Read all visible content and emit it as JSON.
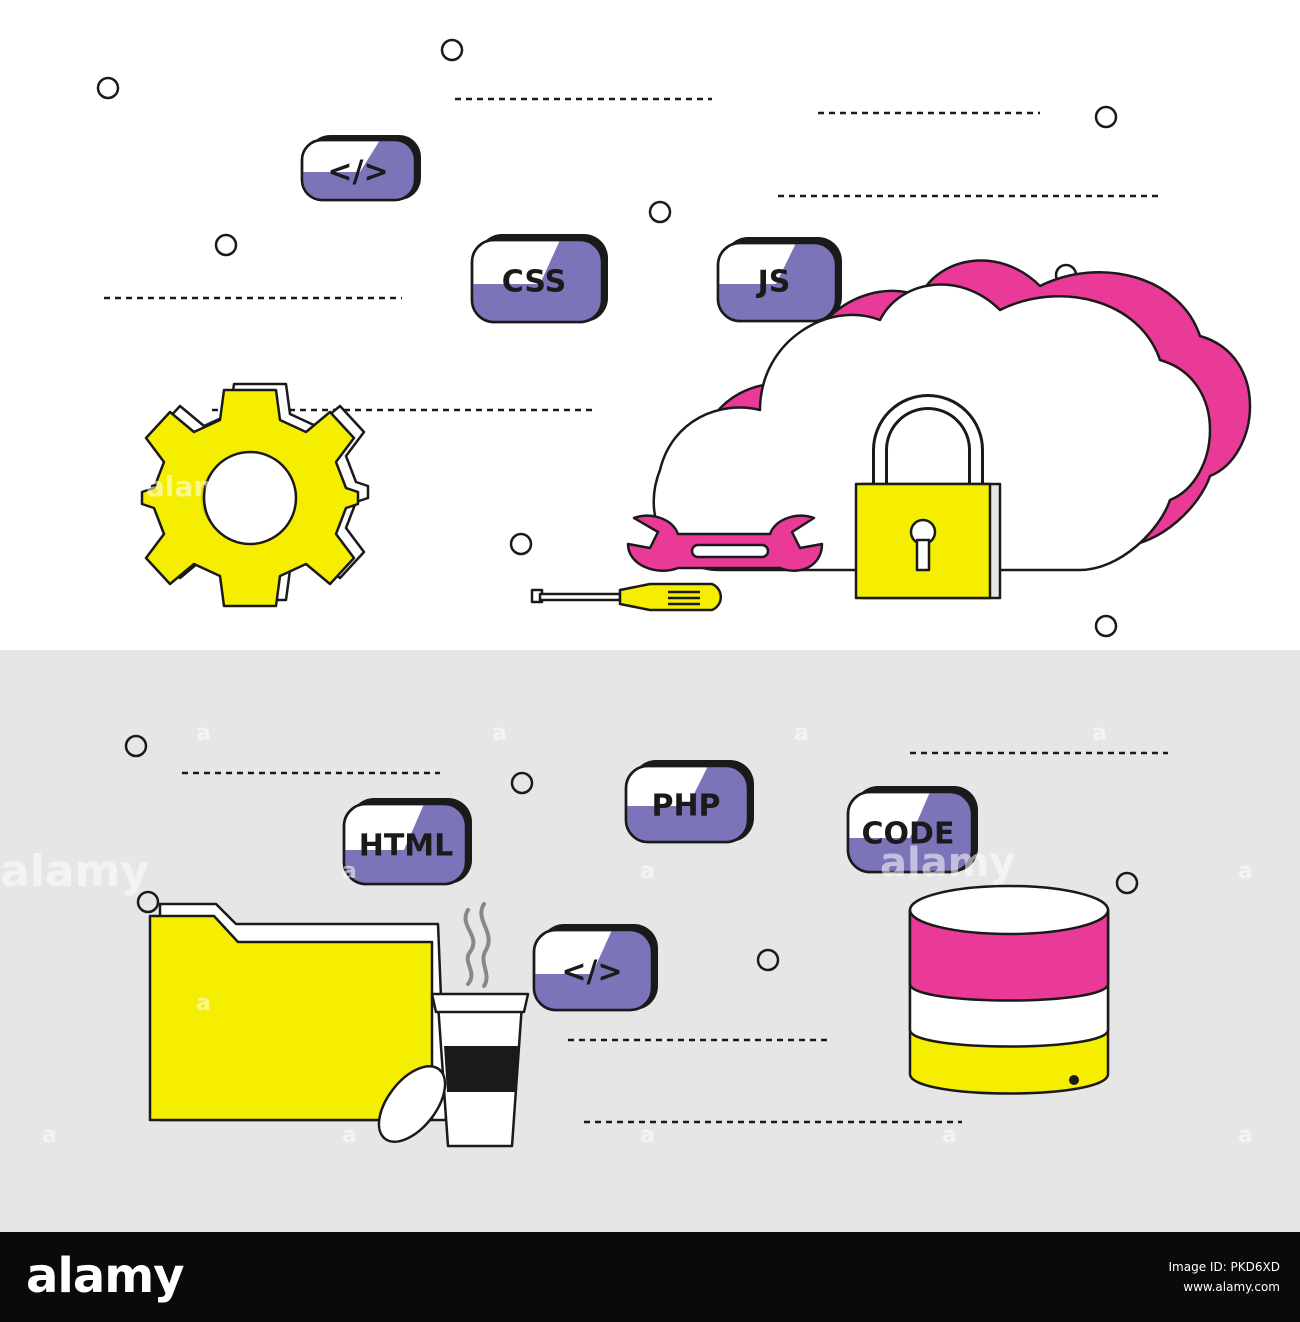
{
  "tags": {
    "code_top": "</>",
    "css": "CSS",
    "js": "JS",
    "html": "HTML",
    "php": "PHP",
    "code": "CODE",
    "code_bottom": "</>"
  },
  "watermark": {
    "text": "alamy",
    "letter": "a"
  },
  "footer": {
    "brand": "alamy",
    "image_id_line": "Image ID: PKD6XD",
    "url_line": "www.alamy.com"
  },
  "colors": {
    "purple": "#7b74b8",
    "magenta": "#e83a96",
    "yellow": "#f5ee00",
    "outline": "#1a1a1a",
    "bottom_bg": "#e6e6e6",
    "footer_bg": "#0a0a0a"
  },
  "icons": [
    "gear-icon",
    "cloud-icon",
    "padlock-icon",
    "wrench-icon",
    "screwdriver-icon",
    "folder-icon",
    "coffee-cup-icon",
    "database-icon"
  ]
}
